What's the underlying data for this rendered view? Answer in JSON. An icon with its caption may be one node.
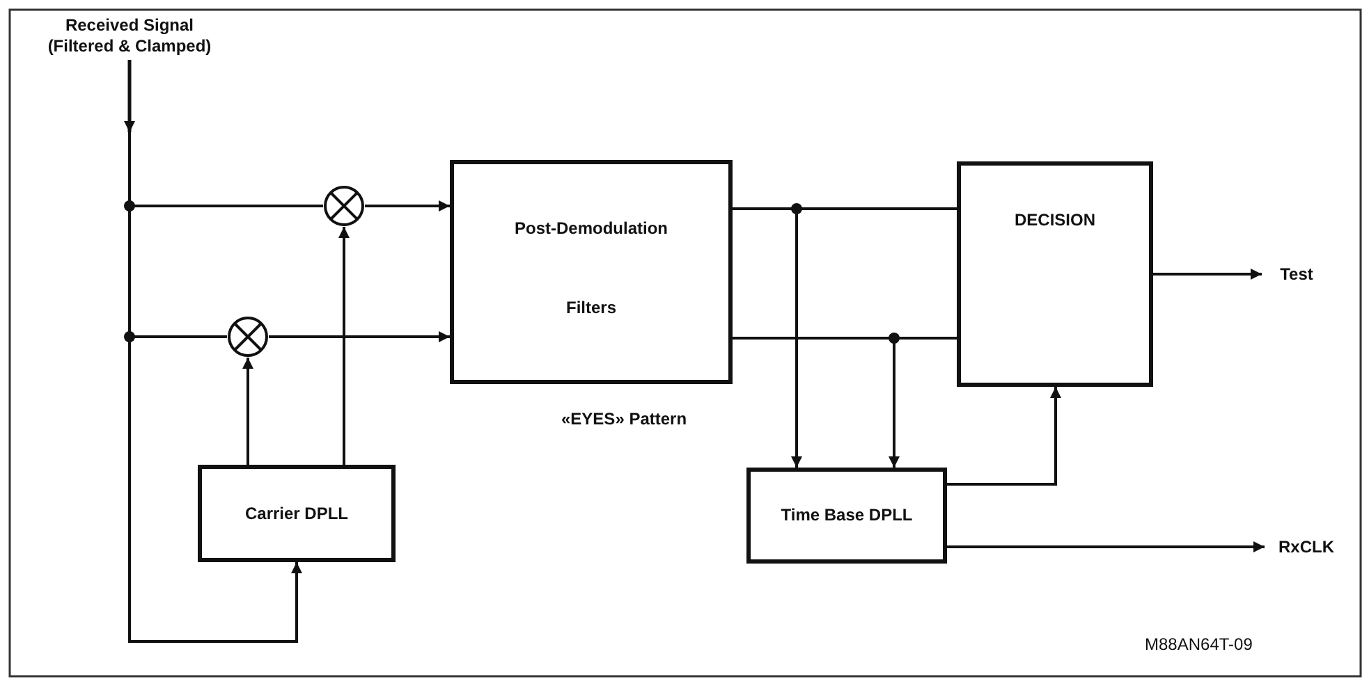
{
  "diagram": {
    "nodes": [
      {
        "text": [
          "Received Signal (Filtered & Clamped)"
        ]
      },
      {
        "text": [],
        "shape": "circle"
      },
      {
        "text": [],
        "shape": "circle"
      },
      {
        "text": [
          "Post-Demodulation Filters"
        ],
        "beside": [
          "«EYES» Pattern"
        ]
      },
      {
        "text": [
          "DECISION"
        ]
      },
      {
        "text": [
          "Carrier DPLL"
        ]
      },
      {
        "text": [
          "Time Base DPLL"
        ]
      },
      {
        "text": [
          "Test"
        ]
      },
      {
        "text": [
          "RxCLK"
        ]
      }
    ],
    "edges": [
      {
        "from": 0,
        "to": 1,
        "arrow": "none"
      },
      {
        "from": 0,
        "to": 2,
        "arrow": "none"
      },
      {
        "from": 0,
        "to": 5,
        "arrow": "to"
      },
      {
        "from": 5,
        "to": 2,
        "arrow": "to"
      },
      {
        "from": 5,
        "to": 1,
        "arrow": "to"
      },
      {
        "from": 1,
        "to": 3,
        "arrow": "to"
      },
      {
        "from": 2,
        "to": 3,
        "arrow": "to"
      },
      {
        "from": 3,
        "to": 4,
        "arrow": "none"
      },
      {
        "from": 3,
        "to": 4,
        "arrow": "none"
      },
      {
        "from": 3,
        "to": 6,
        "arrow": "to"
      },
      {
        "from": 3,
        "to": 6,
        "arrow": "to"
      },
      {
        "from": 6,
        "to": 4,
        "arrow": "to"
      },
      {
        "from": 4,
        "to": 7,
        "arrow": "to"
      },
      {
        "from": 6,
        "to": 8,
        "arrow": "to"
      }
    ],
    "labels": [
      "M88AN64T-09"
    ]
  }
}
